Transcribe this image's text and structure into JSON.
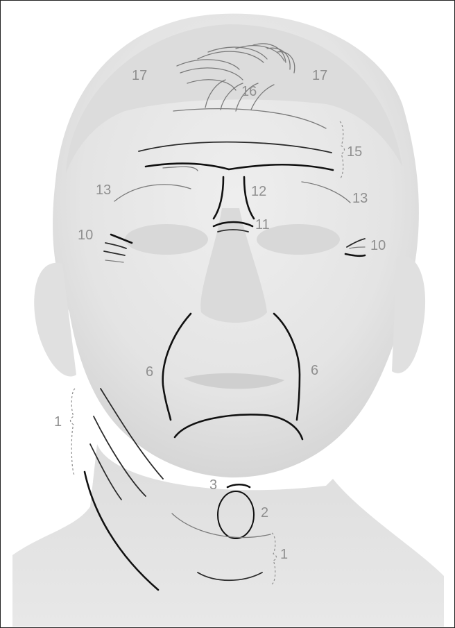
{
  "labels": {
    "forehead_left": "17",
    "forehead_right": "17",
    "hairline": "16",
    "forehead_lines": "15",
    "crow_left": "13",
    "crow_right": "13",
    "glabella_vertical": "12",
    "nasal_root": "11",
    "eye_left": "10",
    "eye_right": "10",
    "nasolabial_left": "6",
    "nasolabial_right": "6",
    "neck_left": "1",
    "neck_right": "1",
    "adam_apple_top": "3",
    "adam_apple": "2"
  },
  "colors": {
    "background": "#ffffff",
    "skin": "#e6e6e6",
    "label": "#8f8f8f",
    "line": "#111111"
  }
}
